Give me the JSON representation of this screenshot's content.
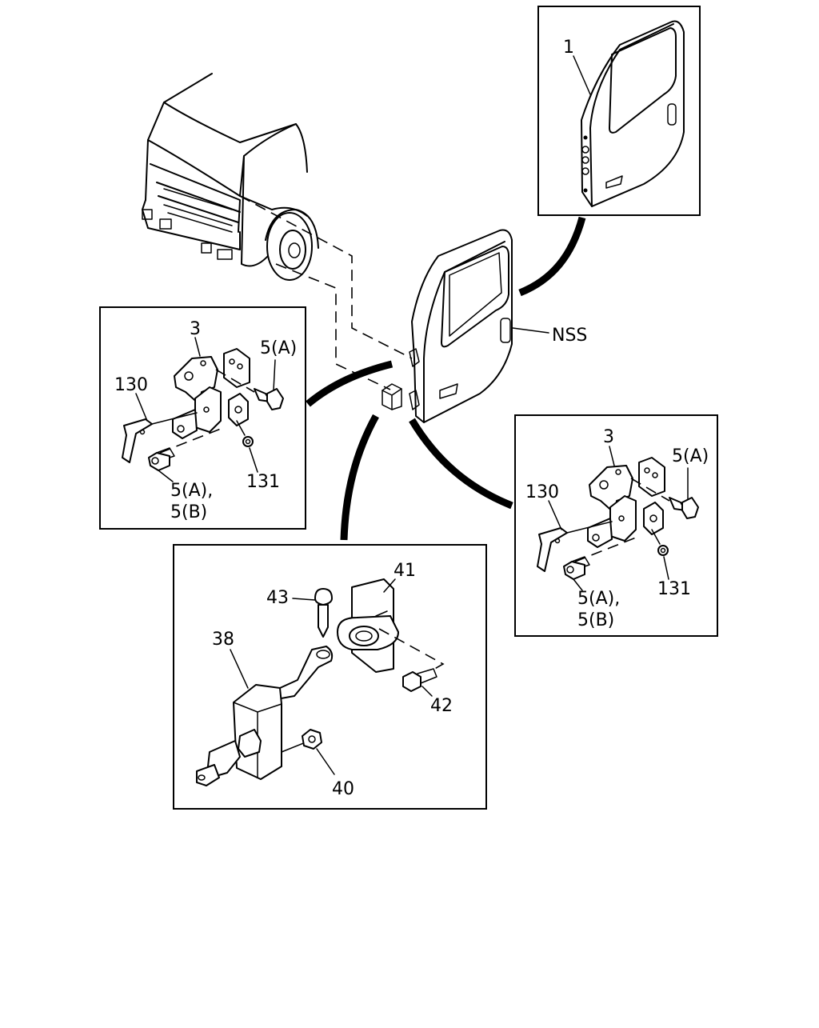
{
  "callouts": {
    "door_part": "1",
    "door_side": "NSS",
    "hinge_left": {
      "hinge": "3",
      "bolt_upper": "5(A)",
      "plate": "130",
      "bolt_lower_1": "5(A),",
      "bolt_lower_2": "5(B)",
      "washer": "131"
    },
    "hinge_right": {
      "hinge": "3",
      "bolt_upper": "5(A)",
      "plate": "130",
      "bolt_lower_1": "5(A),",
      "bolt_lower_2": "5(B)",
      "washer": "131"
    },
    "checker": {
      "bracket": "41",
      "pin": "43",
      "checker_arm": "38",
      "bolt": "42",
      "nut": "40"
    }
  }
}
